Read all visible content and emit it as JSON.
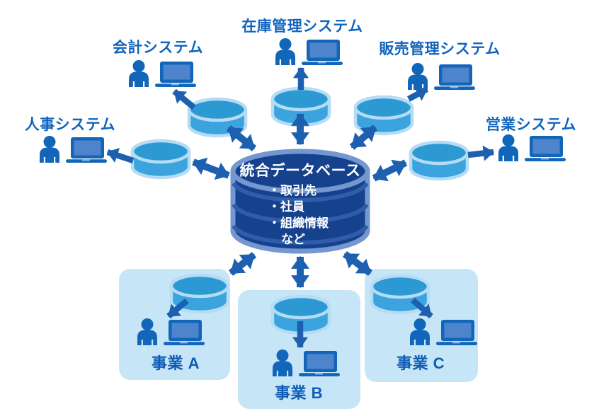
{
  "diagram_title": "integrated-database-architecture",
  "central_db": {
    "title": "統合データベース",
    "items": [
      "・取引先",
      "・社員",
      "・組織情報",
      "など"
    ]
  },
  "systems": [
    {
      "label": "人事システム",
      "position": "left"
    },
    {
      "label": "会計システム",
      "position": "top-left"
    },
    {
      "label": "在庫管理システム",
      "position": "top"
    },
    {
      "label": "販売管理システム",
      "position": "top-right"
    },
    {
      "label": "営業システム",
      "position": "right"
    }
  ],
  "businesses": [
    {
      "label": "事業 A"
    },
    {
      "label": "事業 B"
    },
    {
      "label": "事業 C"
    }
  ],
  "icons": {
    "user_terminal": "person-and-laptop-icon",
    "system_storage": "database-cylinder-icon",
    "central_storage": "stacked-database-icon",
    "sync_link": "double-headed-arrow-icon",
    "flow_link": "single-arrow-icon"
  },
  "colors": {
    "label_blue": "#1164BC",
    "icon_blue": "#1166B9",
    "laptop_screen_blue": "#4E84CB",
    "arrow_blue": "#1D60B0",
    "cylinder_fill": "#3BA3DD",
    "cylinder_top": "#2D99D3",
    "cylinder_outline": "#B5DCF5",
    "db_fill": "#15418D",
    "db_outline": "#7497CF",
    "db_band": "#2F5DA9",
    "business_box_bg": "#C6E6F7",
    "background": "#FFFFFF"
  }
}
